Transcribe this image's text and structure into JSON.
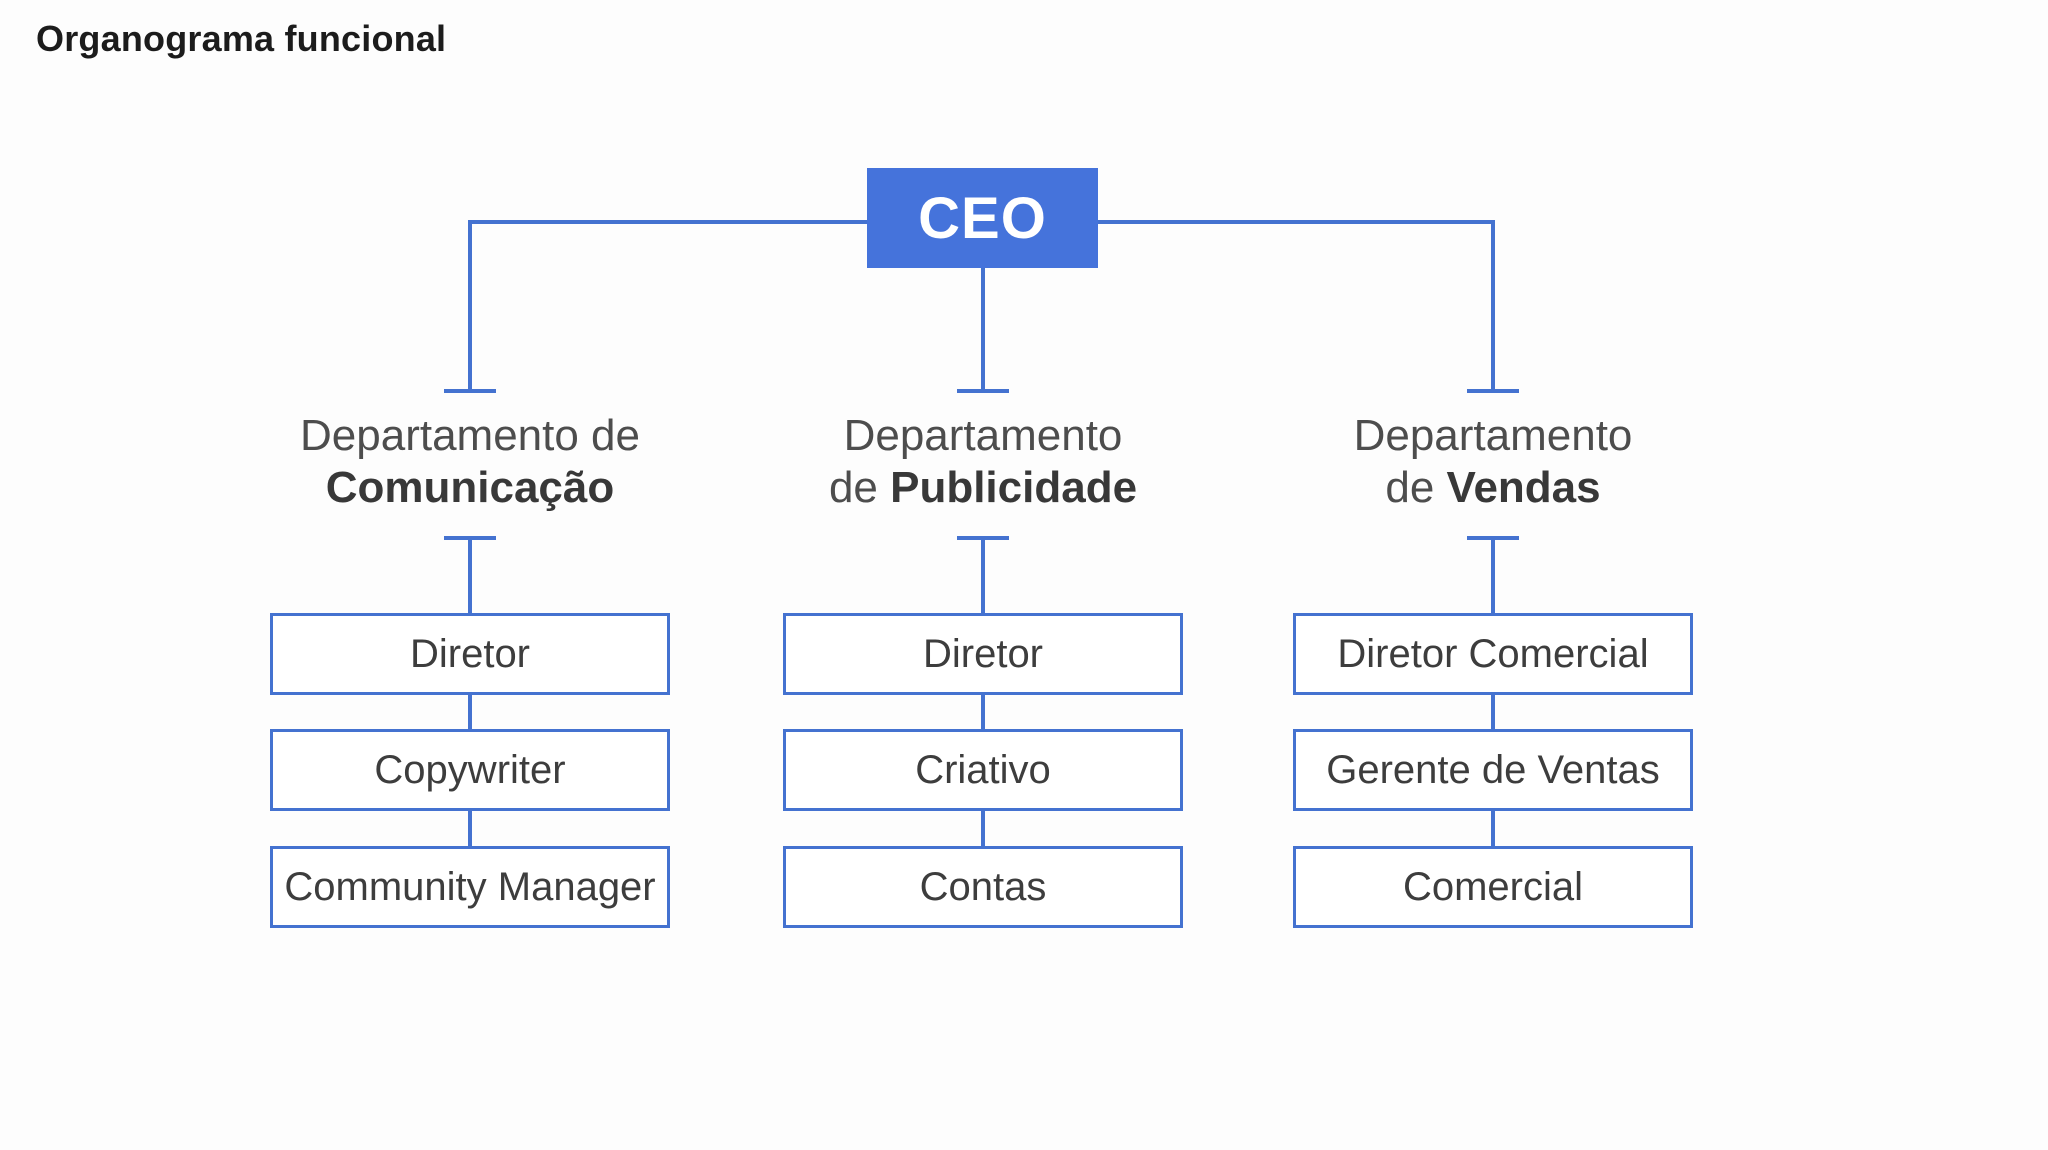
{
  "page": {
    "title": "Organograma funcional"
  },
  "colors": {
    "accent_fill": "#4573DB",
    "accent_line": "#4472D0",
    "ceo_text": "#FFFFFF",
    "title_text": "#1C1C1C",
    "label_text": "#4D4D4D",
    "label_bold_text": "#383838",
    "role_text": "#3D3D3D",
    "page_bg": "#FDFDFD"
  },
  "chart": {
    "type": "org-chart",
    "root": {
      "label": "CEO"
    },
    "departments": [
      {
        "line1": "Departamento de",
        "line2_prefix": "",
        "line2_bold": "Comunicação",
        "roles": [
          "Diretor",
          "Copywriter",
          "Community Manager"
        ]
      },
      {
        "line1": "Departamento",
        "line2_prefix": "de ",
        "line2_bold": "Publicidade",
        "roles": [
          "Diretor",
          "Criativo",
          "Contas"
        ]
      },
      {
        "line1": "Departamento",
        "line2_prefix": "de ",
        "line2_bold": "Vendas",
        "roles": [
          "Diretor Comercial",
          "Gerente de Ventas",
          "Comercial"
        ]
      }
    ]
  }
}
